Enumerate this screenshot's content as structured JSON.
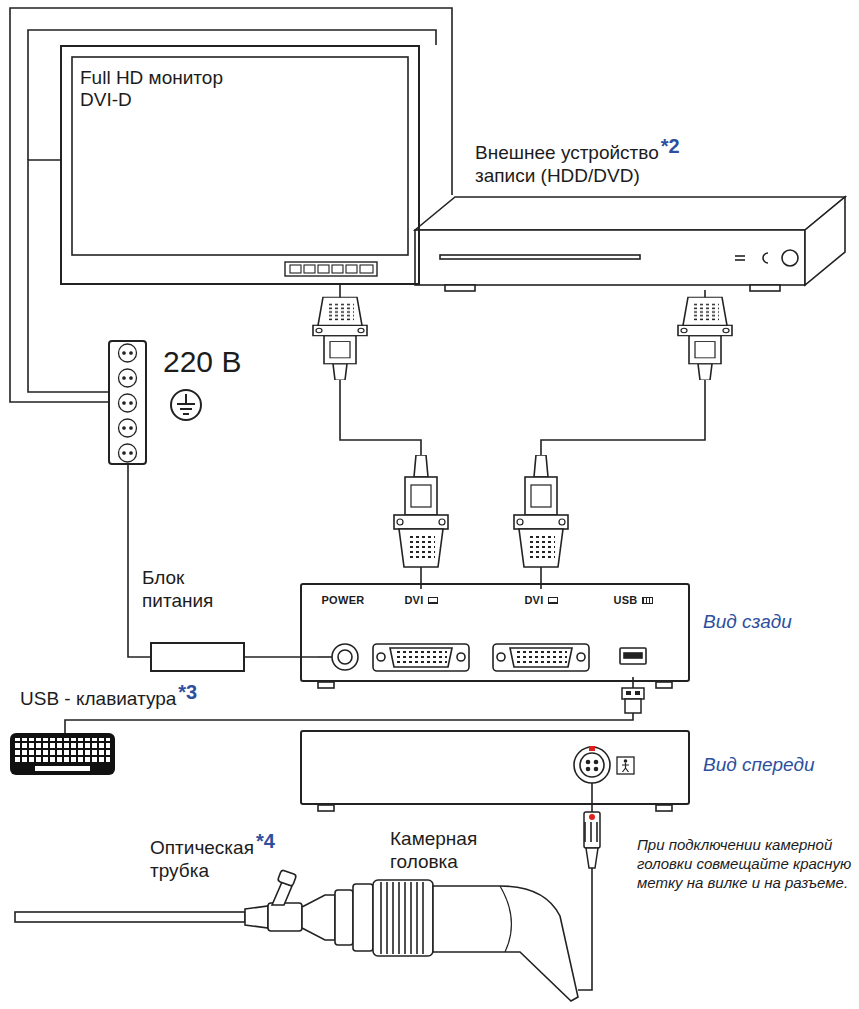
{
  "diagram": {
    "nodes": [
      {
        "text": [
          "Full HD монитор DVI-D"
        ]
      },
      {
        "text": [
          "Внешнее устройство записи (HDD/DVD)"
        ]
      },
      {
        "text": [
          "220 В"
        ]
      },
      {
        "text": [
          "Блок питания"
        ]
      },
      {
        "text": [
          "Вид сзади"
        ]
      },
      {
        "text": [
          "POWER"
        ],
        "in": 4
      },
      {
        "text": [
          "DVI"
        ],
        "in": 4
      },
      {
        "text": [
          "DVI"
        ],
        "in": 4
      },
      {
        "text": [
          "USB"
        ],
        "in": 4
      },
      {
        "text": [
          "USB - клавиатура"
        ]
      },
      {
        "text": [
          "Вид спереди"
        ]
      },
      {
        "text": [
          "Оптическая трубка"
        ]
      },
      {
        "text": [
          "Камерная головка"
        ]
      }
    ],
    "edges": [
      {
        "from": 0,
        "to": 6,
        "arrow": "none"
      },
      {
        "from": 1,
        "to": 7,
        "arrow": "none"
      },
      {
        "from": 2,
        "to": 0,
        "arrow": "none"
      },
      {
        "from": 2,
        "to": 1,
        "arrow": "none"
      },
      {
        "from": 2,
        "to": 3,
        "arrow": "none"
      },
      {
        "from": 3,
        "to": 5,
        "arrow": "none"
      },
      {
        "from": 9,
        "to": 8,
        "arrow": "none"
      },
      {
        "from": 12,
        "to": 10,
        "arrow": "none"
      }
    ],
    "labels": [
      "*2",
      "*3",
      "*4",
      "При подключении камерной головки совмещайте красную метку на вилке и на разъеме."
    ]
  }
}
